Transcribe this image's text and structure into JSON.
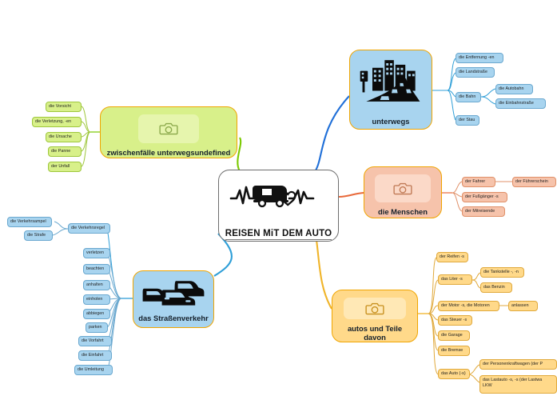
{
  "diagram": {
    "type": "mind-map",
    "central": {
      "title": "REISEN MiT DEM AUTO",
      "icon": "caravan-heartbeat-icon"
    },
    "colors": {
      "blue_fill": "#a8d4ef",
      "blue_stroke": "#6aa8cf",
      "blue_edge": "#2f9fd8",
      "green_fill": "#d8f08a",
      "green_stroke": "#9ec73c",
      "green_edge": "#7ac900",
      "orange_fill": "#f6c3ab",
      "orange_stroke": "#e09068",
      "orange_edge": "#e8693a",
      "yellow_fill": "#ffd98a",
      "yellow_stroke": "#e0a93c",
      "yellow_edge": "#f0b429",
      "topic_border": "#f0a500",
      "central_border": "#6d6d6d",
      "dark_blue_edge": "#1f6fd8"
    },
    "branches": [
      {
        "id": "unterwegs",
        "label": "unterwegs",
        "color": "blue",
        "icon": "city-road-icon",
        "children": [
          {
            "label": "die Entfernung -en",
            "children": []
          },
          {
            "label": "die Landstraße",
            "children": []
          },
          {
            "label": "die Bahn",
            "children": [
              {
                "label": "die Autobahn"
              },
              {
                "label": "die Einbahnstraße"
              }
            ]
          },
          {
            "label": "der Stau",
            "children": []
          }
        ]
      },
      {
        "id": "zwischenfaelle",
        "label": "zwischenfälle unterwegsundefined",
        "color": "green",
        "icon": "camera-icon",
        "children": [
          {
            "label": "die Vorsicht"
          },
          {
            "label": "die Verletzung, -en"
          },
          {
            "label": "die Ursache"
          },
          {
            "label": "die Panne"
          },
          {
            "label": "der Unfall"
          }
        ]
      },
      {
        "id": "menschen",
        "label": "die Menschen",
        "color": "orange",
        "icon": "camera-icon",
        "children": [
          {
            "label": "der Fahrer",
            "children": [
              {
                "label": "der Führerschein"
              }
            ]
          },
          {
            "label": "der Fußgänger -s",
            "children": []
          },
          {
            "label": "der Mitreisende",
            "children": []
          }
        ]
      },
      {
        "id": "strassenverkehr",
        "label": "das Straßenverkehr",
        "color": "blue",
        "icon": "traffic-cars-icon",
        "children": [
          {
            "label": "die Verkehrsregel",
            "children": [
              {
                "label": "die Verkehrsampel"
              },
              {
                "label": "die Strafe"
              }
            ]
          },
          {
            "label": "verletzen"
          },
          {
            "label": "beachten"
          },
          {
            "label": "anhalten"
          },
          {
            "label": "einholen"
          },
          {
            "label": "abbiegen"
          },
          {
            "label": "parken"
          },
          {
            "label": "die Vorfahrt"
          },
          {
            "label": "die Einfahrt"
          },
          {
            "label": "die Umleitung"
          }
        ]
      },
      {
        "id": "autos",
        "label": "autos und Teile davon",
        "color": "yellow",
        "icon": "camera-icon",
        "children": [
          {
            "label": "der Reifen -s",
            "children": []
          },
          {
            "label": "das Liter -s",
            "children": [
              {
                "label": "die Tankstelle -, -n"
              },
              {
                "label": "das Benzin"
              }
            ]
          },
          {
            "label": "der Motor -s, die Motoren",
            "children": [
              {
                "label": "anlassen"
              }
            ]
          },
          {
            "label": "das Steuer -s",
            "children": []
          },
          {
            "label": "die Garage",
            "children": []
          },
          {
            "label": "die Bremse",
            "children": []
          },
          {
            "label": "das Auto (-s)",
            "children": [
              {
                "label": "der Personenkraftwagen (der P"
              },
              {
                "label": "das Lastauto -s, -s (der Lastwa\nLKW"
              }
            ]
          }
        ]
      }
    ]
  }
}
